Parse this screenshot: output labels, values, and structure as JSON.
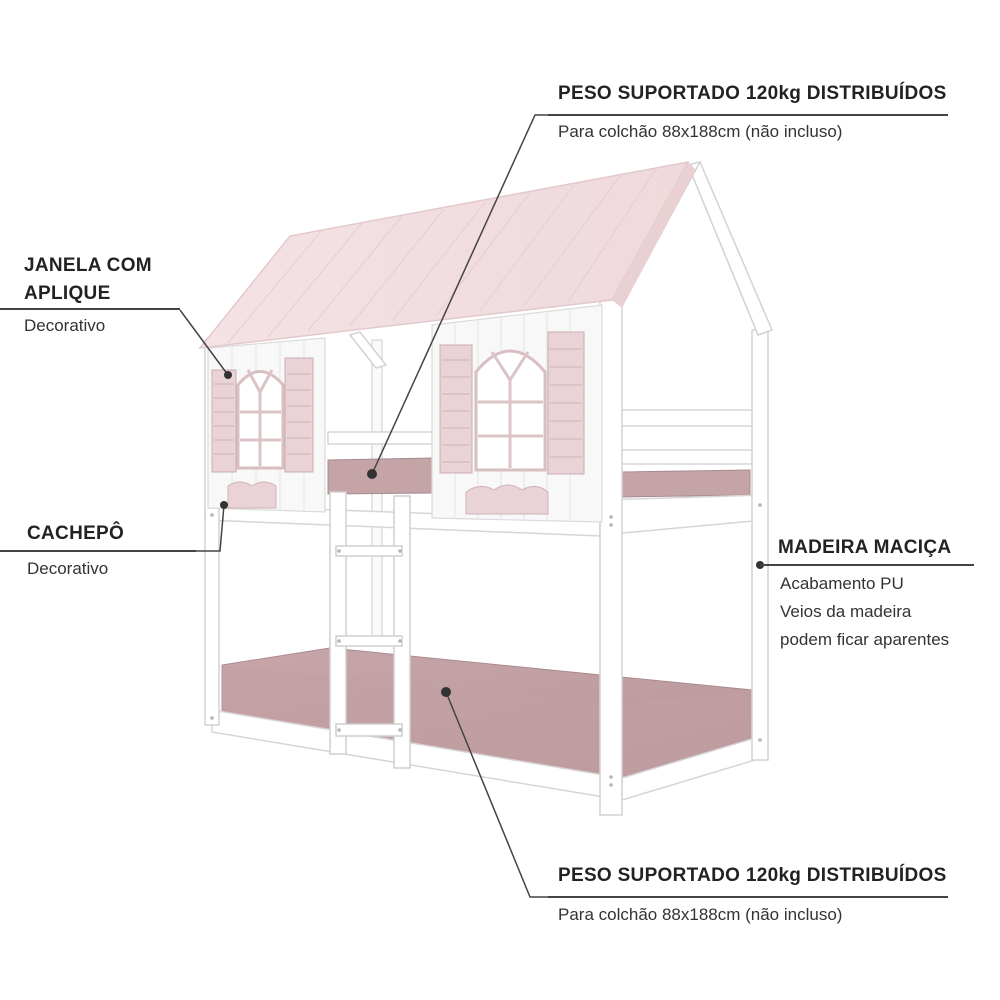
{
  "callouts": {
    "top": {
      "title": "PESO SUPORTADO 120kg DISTRIBUÍDOS",
      "sub": "Para colchão 88x188cm (não incluso)"
    },
    "window": {
      "title_line1": "JANELA COM",
      "title_line2": "APLIQUE",
      "sub": "Decorativo"
    },
    "cachepo": {
      "title": "CACHEPÔ",
      "sub": "Decorativo"
    },
    "wood": {
      "title": "MADEIRA MACIÇA",
      "lines": [
        "Acabamento PU",
        "Veios da madeira",
        "podem ficar aparentes"
      ]
    },
    "bottom": {
      "title": "PESO SUPORTADO 120kg DISTRIBUÍDOS",
      "sub": "Para colchão 88x188cm (não incluso)"
    }
  },
  "colors": {
    "frame": "#ffffff",
    "frame_edge": "#d9d9d9",
    "roof": "#f2dfe1",
    "shutter": "#e8d2d5",
    "mattress": "#c4a3a6",
    "line": "#444444"
  }
}
